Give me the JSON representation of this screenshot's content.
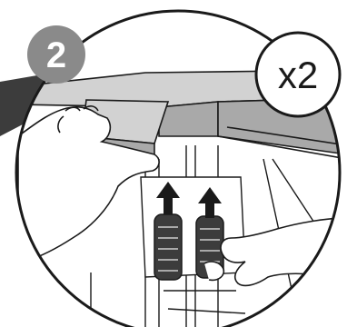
{
  "step": {
    "number": "2"
  },
  "quantity": {
    "label": "x2"
  },
  "colors": {
    "badge_fill": "#8a8a8a",
    "line": "#1a1a1a",
    "shade_dark": "#3c3c3c",
    "shade_mid": "#a9a9a9",
    "shade_light": "#d2d2d2",
    "background": "#ffffff"
  },
  "icons": {
    "step_badge": "circle-badge",
    "quantity_badge": "circle-badge",
    "direction": "up-arrow-icon"
  }
}
